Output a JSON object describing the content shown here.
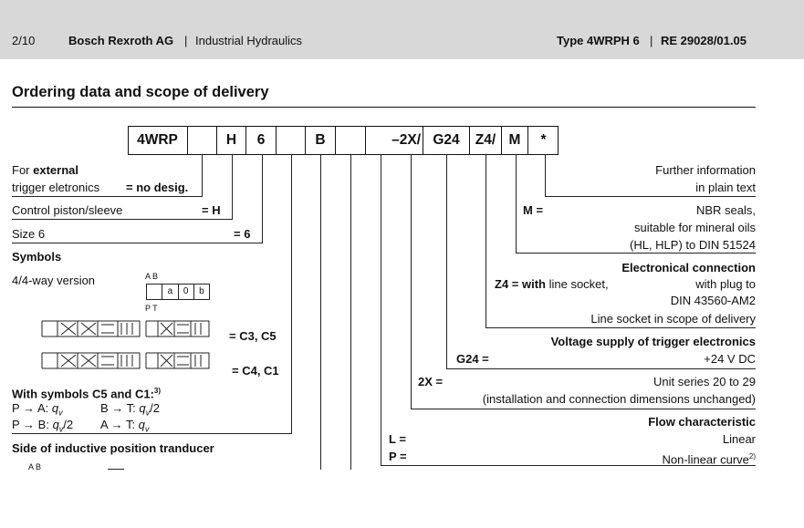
{
  "header": {
    "page": "2/10",
    "company": "Bosch Rexroth AG",
    "separator": "|",
    "division": "Industrial Hydraulics",
    "type_label": "Type 4WRPH 6",
    "doc_ref": "RE 29028/01.05"
  },
  "title": "Ordering data and scope of delivery",
  "code_cells": [
    "4WRP",
    "",
    "H",
    "6",
    "",
    "B",
    "",
    "–2X/",
    "G24",
    "Z4/",
    "M",
    "*"
  ],
  "left": {
    "for_label": "For ",
    "external": "external",
    "trigger": "trigger eletronics",
    "no_desig": "= no desig.",
    "piston": "Control piston/sleeve",
    "piston_code": "= H",
    "size": "Size 6",
    "size_code": "= 6",
    "symbols": "Symbols",
    "way": "4/4-way version",
    "ab": "A B",
    "pt": "P T",
    "cell_a": "a",
    "cell_0": "0",
    "cell_b": "b",
    "c3c5": "= C3, C5",
    "c4c1": "= C4, C1",
    "with_symbols": "With symbols C5 and C1:",
    "with_symbols_note": "3)",
    "pa": "P → A: ",
    "bt": "B → T: ",
    "pb": "P → B: ",
    "at": "A → T: ",
    "qv": "q",
    "qv_sub": "v",
    "half": "/2",
    "side": "Side of inductive position tranducer",
    "ab2": "A B"
  },
  "right": {
    "further": "Further information",
    "plain": "in plain text",
    "m_code": "M =",
    "nbr": "NBR seals,",
    "suitable": "suitable for mineral oils",
    "hl": "(HL, HLP) to DIN 51524",
    "elec_title": "Electronical connection",
    "z4_code": "Z4 = with",
    "line_socket": " line socket,",
    "with_plug": "with plug to",
    "din": "DIN 43560-AM2",
    "scope": "Line socket in scope of delivery",
    "voltage": "Voltage supply of trigger electronics",
    "g24": "G24 =",
    "dc": "+24 V DC",
    "x2": "2X =",
    "series": "Unit series 20 to 29",
    "install": "(installation and connection dimensions unchanged)",
    "flow": "Flow characteristic",
    "l_code": "L =",
    "linear": "Linear",
    "p_code": "P =",
    "nonlinear": "Non-linear curve",
    "nonlinear_note": "2)"
  },
  "colors": {
    "header_bg": "#d8d8d8",
    "text": "#111111",
    "line": "#222222"
  }
}
